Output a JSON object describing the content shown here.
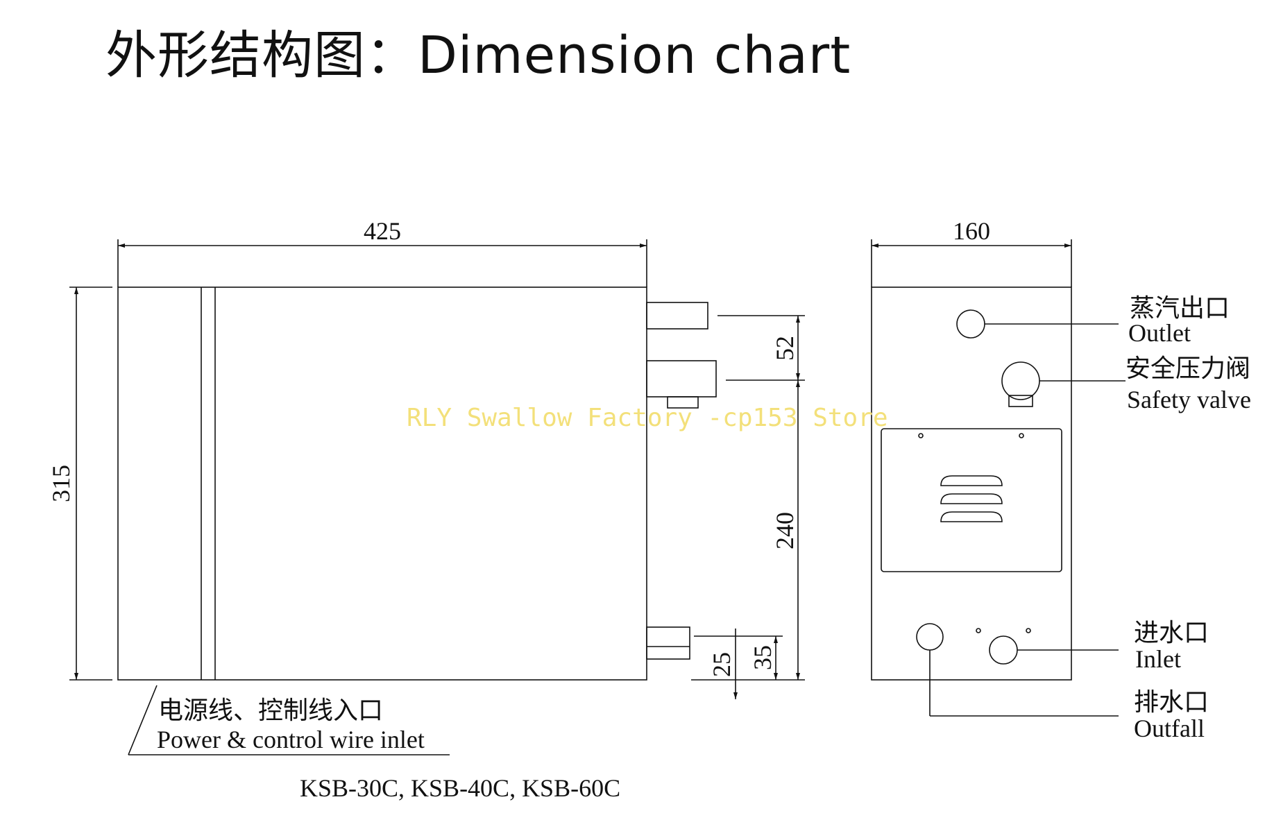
{
  "title": "外形结构图：Dimension chart",
  "dimensions": {
    "width_front": "425",
    "height_front": "315",
    "width_side": "160",
    "outlet_gap": "52",
    "height_240": "240",
    "dim_35": "35",
    "dim_25": "25"
  },
  "labels": {
    "outlet_cn": "蒸汽出口",
    "outlet_en": "Outlet",
    "safety_cn": "安全压力阀",
    "safety_en": "Safety valve",
    "inlet_cn": "进水口",
    "inlet_en": "Inlet",
    "outfall_cn": "排水口",
    "outfall_en": "Outfall",
    "power_cn": "电源线、控制线入口",
    "power_en": "Power & control wire inlet"
  },
  "models": "KSB-30C, KSB-40C, KSB-60C",
  "watermark": "RLY Swallow Factory -cp153 Store"
}
